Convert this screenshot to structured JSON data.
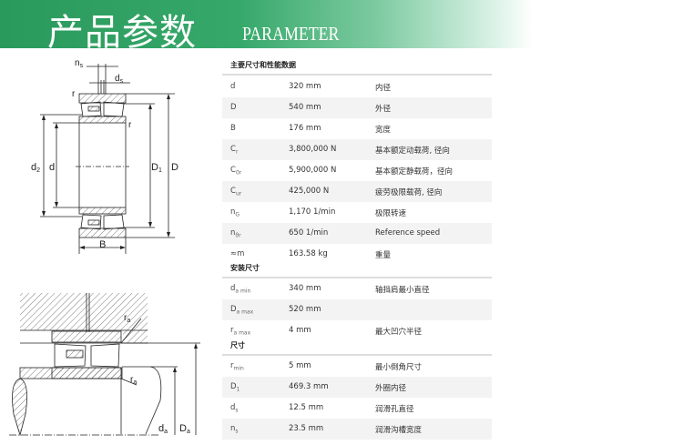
{
  "banner": {
    "title_cn": "产品参数",
    "title_en": "PARAMETER"
  },
  "colors": {
    "banner_green": "#2a9a5c",
    "stripe": "#f3f3f3"
  },
  "sections": [
    {
      "title": "主要尺寸和性能数据",
      "rows": [
        {
          "sym": "d",
          "sub": "",
          "value": "320 mm",
          "desc": "内径"
        },
        {
          "sym": "D",
          "sub": "",
          "value": "540 mm",
          "desc": "外径"
        },
        {
          "sym": "B",
          "sub": "",
          "value": "176 mm",
          "desc": "宽度"
        },
        {
          "sym": "C",
          "sub": "r",
          "value": "3,800,000 N",
          "desc": "基本额定动载荷, 径向"
        },
        {
          "sym": "C",
          "sub": "0r",
          "value": "5,900,000 N",
          "desc": "基本额定静载荷，径向"
        },
        {
          "sym": "C",
          "sub": "ur",
          "value": "425,000 N",
          "desc": "疲劳极限载荷, 径向"
        },
        {
          "sym": "n",
          "sub": "G",
          "value": "1,170 1/min",
          "desc": "极限转速"
        },
        {
          "sym": "n",
          "sub": "ϑr",
          "value": "650 1/min",
          "desc": "Reference speed"
        },
        {
          "sym": "≈m",
          "sub": "",
          "value": "163.58 kg",
          "desc": "重量"
        }
      ]
    },
    {
      "title": "安装尺寸",
      "rows": [
        {
          "sym": "d",
          "sub": "a min",
          "value": "340 mm",
          "desc": "轴挡肩最小直径"
        },
        {
          "sym": "D",
          "sub": "a max",
          "value": "520 mm",
          "desc": ""
        },
        {
          "sym": "r",
          "sub": "a max",
          "value": "4 mm",
          "desc": "最大凹穴半径"
        }
      ]
    },
    {
      "title": "尺寸",
      "rows": [
        {
          "sym": "r",
          "sub": "min",
          "value": "5 mm",
          "desc": "最小倒角尺寸"
        },
        {
          "sym": "D",
          "sub": "1",
          "value": "469.3 mm",
          "desc": "外圈内径"
        },
        {
          "sym": "d",
          "sub": "s",
          "value": "12.5 mm",
          "desc": "润滑孔直径"
        },
        {
          "sym": "n",
          "sub": "s",
          "value": "23.5 mm",
          "desc": "润滑沟槽宽度"
        }
      ]
    }
  ],
  "drawing1": {
    "ns": "n",
    "ns_sub": "s",
    "ds": "d",
    "ds_sub": "s",
    "r": "r",
    "d2": "d",
    "d2_sub": "2",
    "d": "d",
    "D1": "D",
    "D1_sub": "1",
    "D": "D",
    "B": "B"
  },
  "drawing2": {
    "ra": "r",
    "ra_sub": "a",
    "da": "d",
    "da_sub": "a",
    "Da": "D",
    "Da_sub": "a"
  }
}
